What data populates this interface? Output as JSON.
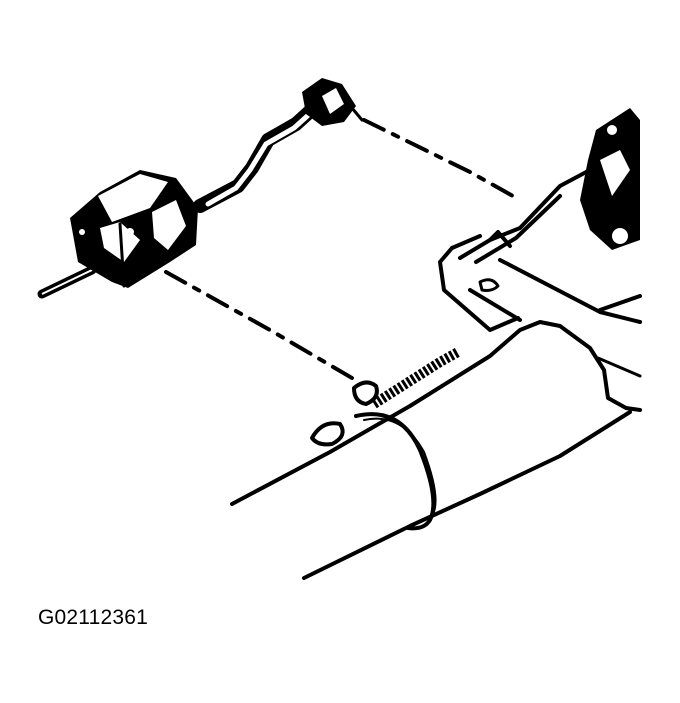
{
  "figure": {
    "id_label": "G02112361",
    "description": "Exploded line drawing: steering column switch/sensor assembly with pigtail cable and connector, aligned by dashed leader lines to its mounting position on the steering column housing with retaining clip and spring",
    "colors": {
      "ink": "#000000",
      "background": "#ffffff"
    }
  },
  "components": [
    {
      "name": "switch-assembly",
      "label": ""
    },
    {
      "name": "pigtail-connector",
      "label": ""
    },
    {
      "name": "column-housing",
      "label": ""
    },
    {
      "name": "retaining-clip",
      "label": ""
    },
    {
      "name": "spring",
      "label": ""
    }
  ]
}
